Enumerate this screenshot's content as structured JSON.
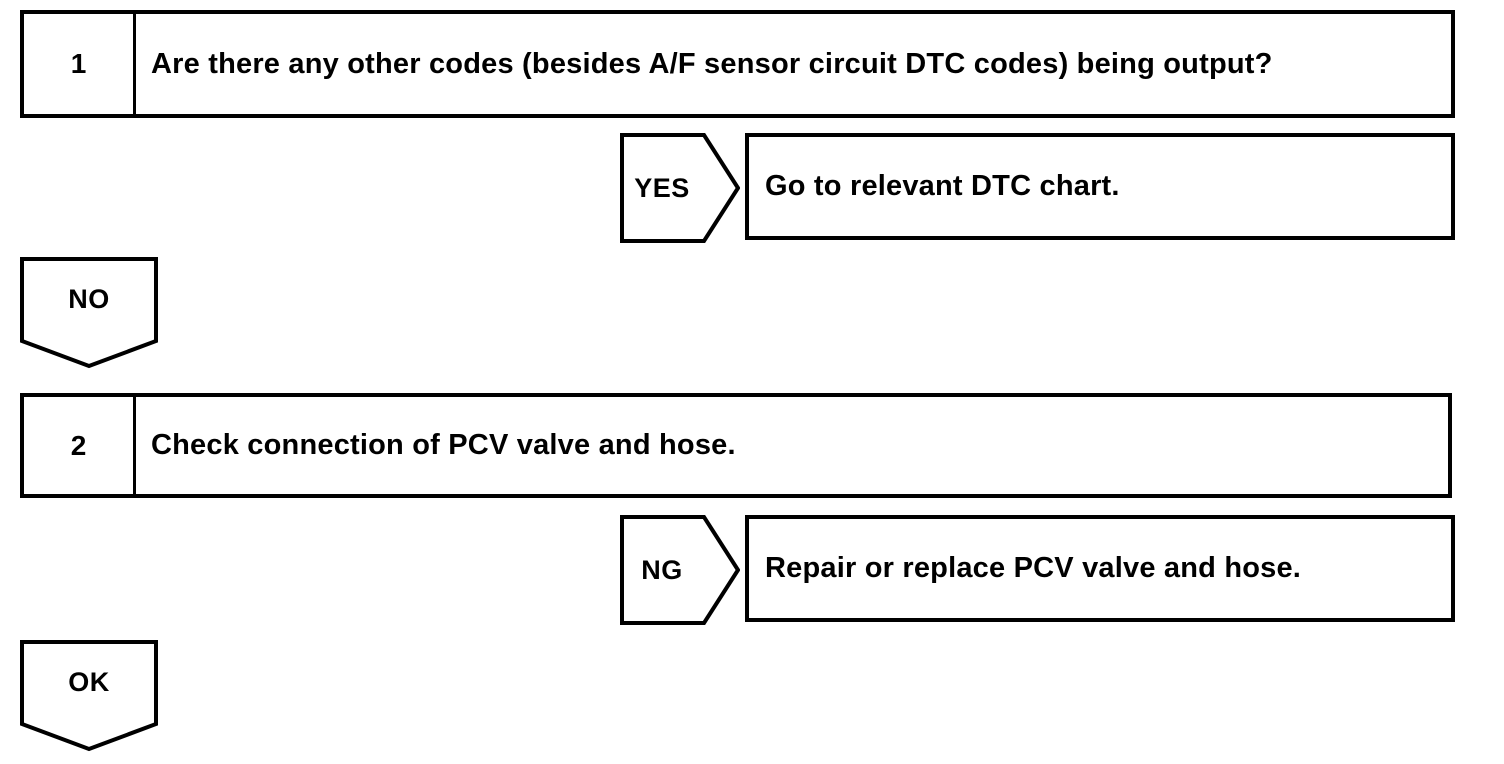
{
  "diagram": {
    "kind": "diagnostic-flowchart",
    "colors": {
      "line": "#000000",
      "background": "#ffffff",
      "text": "#000000"
    },
    "steps": [
      {
        "number": "1",
        "question": "Are there any other codes (besides A/F sensor circuit DTC codes) being output?",
        "branch": {
          "label": "YES",
          "result": "Go to relevant DTC chart."
        },
        "continue_label": "NO"
      },
      {
        "number": "2",
        "question": "Check connection of PCV valve and hose.",
        "branch": {
          "label": "NG",
          "result": "Repair or replace PCV valve and hose."
        },
        "continue_label": "OK"
      }
    ]
  }
}
